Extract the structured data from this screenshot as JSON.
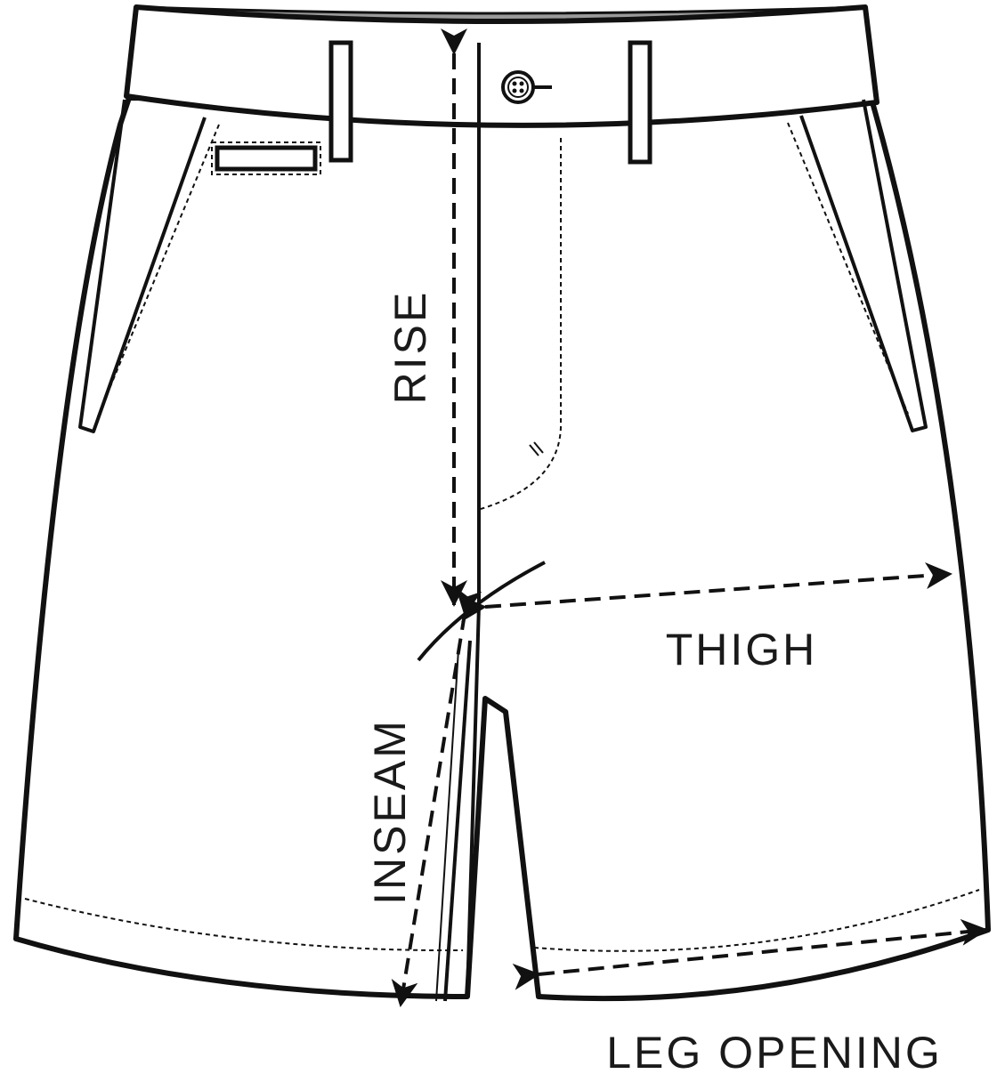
{
  "labels": {
    "rise": "RISE",
    "thigh": "THIGH",
    "inseam": "INSEAM",
    "leg_opening": "LEG OPENING"
  },
  "colors": {
    "outline": "#111111",
    "waistband_inner": "#9a9a9a",
    "fill": "#ffffff"
  }
}
